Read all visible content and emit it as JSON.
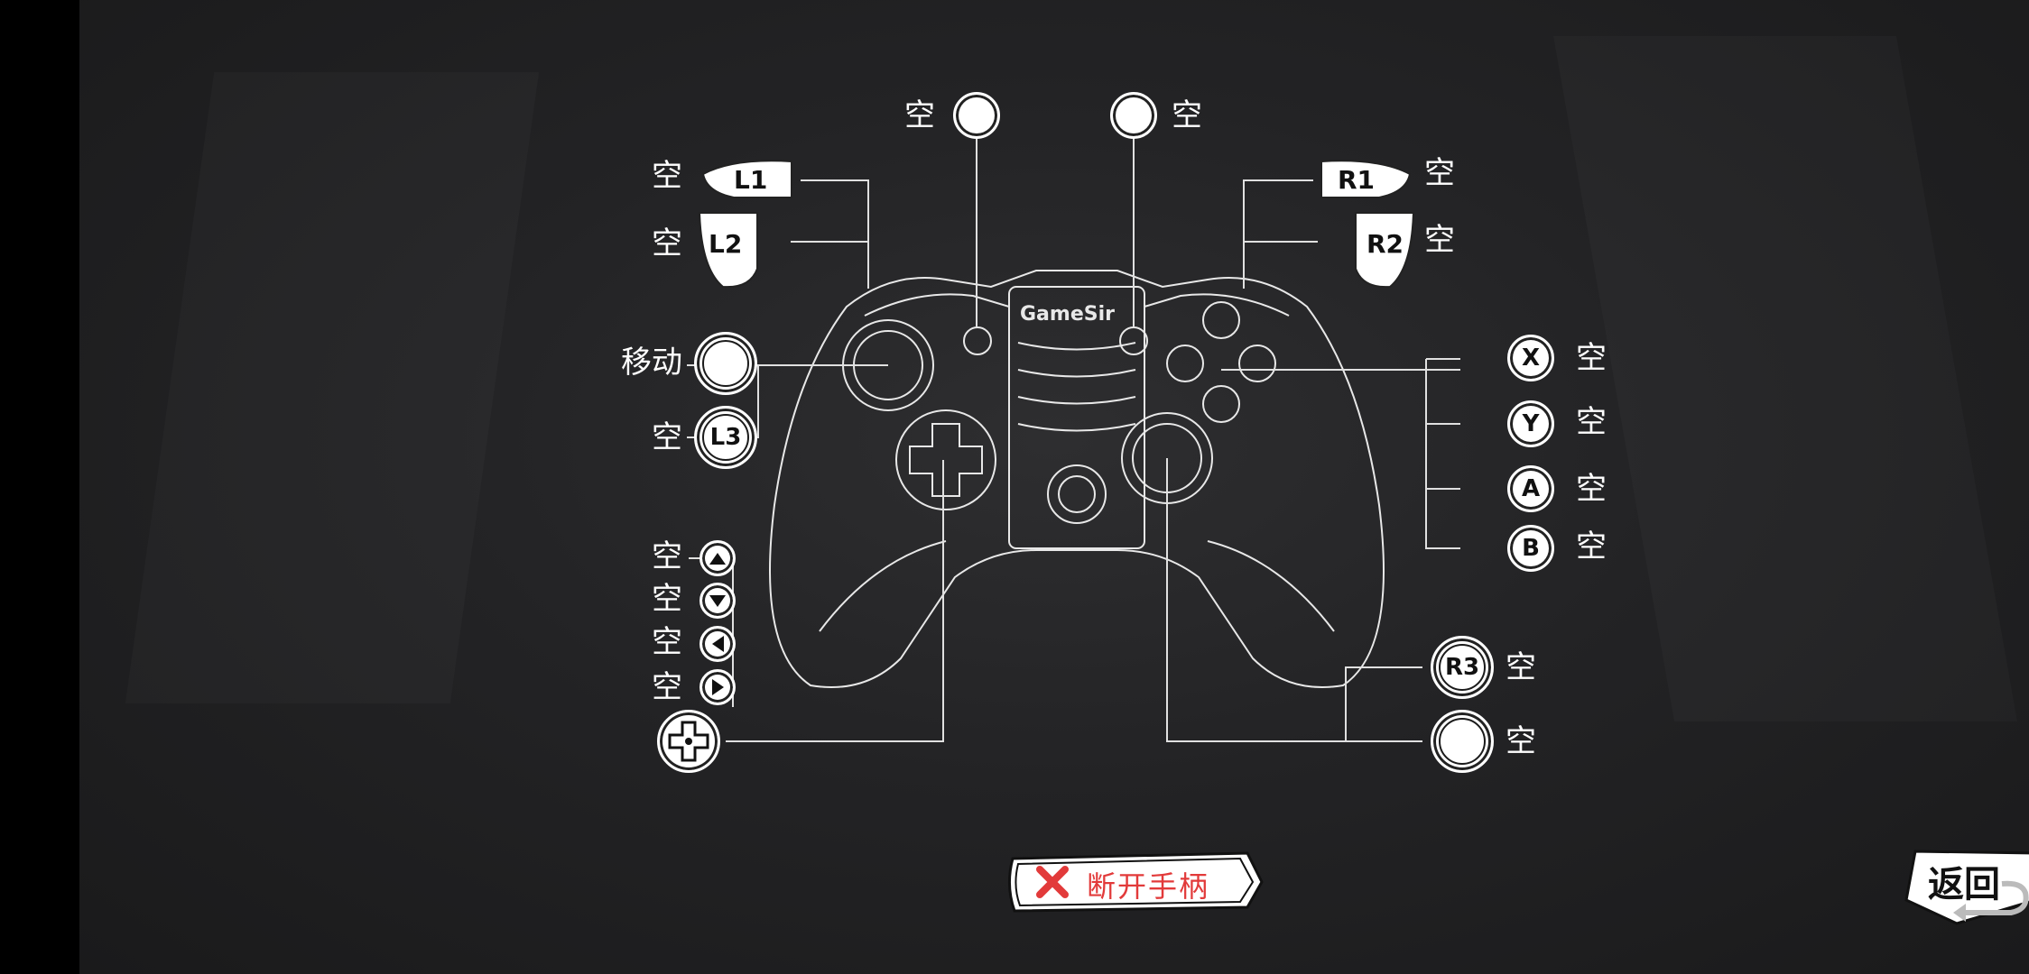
{
  "controller": {
    "brand": "GameSir"
  },
  "buttons": {
    "top_left_small": {
      "icon": "circle-button",
      "label": "空"
    },
    "top_right_small": {
      "icon": "circle-button",
      "label": "空"
    },
    "L1": {
      "text": "L1",
      "label": "空"
    },
    "L2": {
      "text": "L2",
      "label": "空"
    },
    "R1": {
      "text": "R1",
      "label": "空"
    },
    "R2": {
      "text": "R2",
      "label": "空"
    },
    "left_stick": {
      "label": "移动"
    },
    "L3": {
      "text": "L3",
      "label": "空"
    },
    "X": {
      "text": "X",
      "label": "空"
    },
    "Y": {
      "text": "Y",
      "label": "空"
    },
    "A": {
      "text": "A",
      "label": "空"
    },
    "B": {
      "text": "B",
      "label": "空"
    },
    "R3": {
      "text": "R3",
      "label": "空"
    },
    "right_stick": {
      "label": "空"
    },
    "dpad_up": {
      "label": "空"
    },
    "dpad_down": {
      "label": "空"
    },
    "dpad_left": {
      "label": "空"
    },
    "dpad_right": {
      "label": "空"
    }
  },
  "actions": {
    "disconnect_label": "断开手柄",
    "back_label": "返回"
  },
  "colors": {
    "accent_red": "#e23a3a"
  }
}
